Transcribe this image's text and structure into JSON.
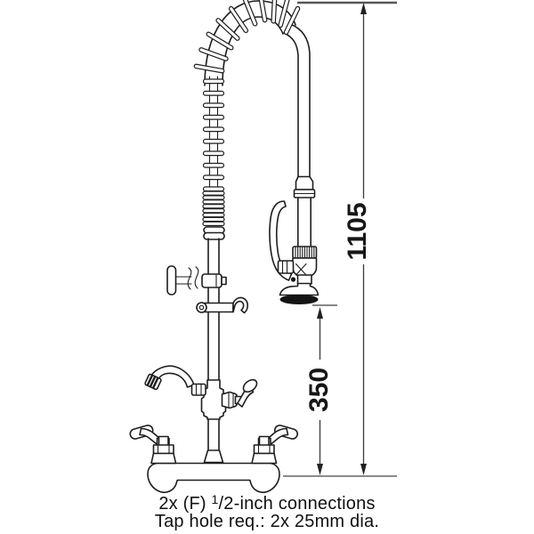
{
  "drawing": {
    "type": "technical-line-drawing",
    "subject": "wall-mount pre-rinse faucet with add-on swing spout",
    "colors": {
      "line": "#1e1e1e",
      "dimension_line": "#3a3a3a",
      "reference_line_top": "#565656",
      "reference_line_bottom": "#8a8a8a",
      "text": "#161616",
      "bumper_fill": "#141414",
      "background": "#ffffff"
    }
  },
  "dimensions": {
    "total_height": "1105",
    "spray_outlet_height": "350"
  },
  "caption": {
    "line1_prefix": "2x (F) ",
    "line1_superscript": "1",
    "line1_rest": "/2-inch connections",
    "line2": "Tap hole req.: 2x 25mm dia."
  }
}
